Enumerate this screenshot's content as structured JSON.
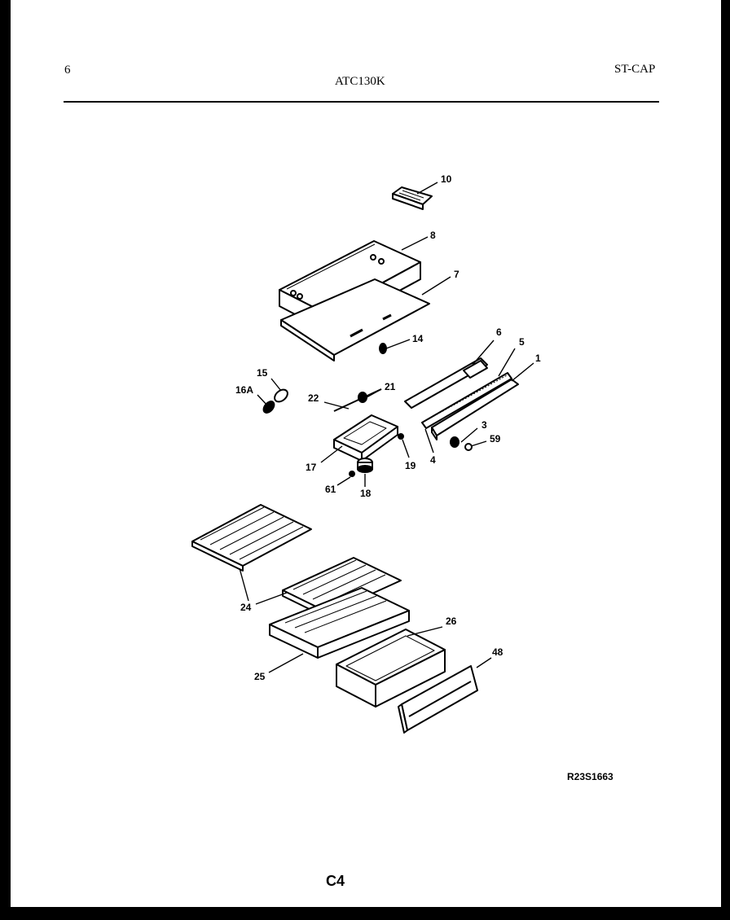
{
  "header": {
    "page_number": "6",
    "model_number": "ATC130K",
    "section_code": "ST-CAP"
  },
  "callouts": {
    "c10": "10",
    "c8": "8",
    "c7": "7",
    "c14": "14",
    "c6": "6",
    "c5": "5",
    "c1": "1",
    "c15": "15",
    "c16a": "16A",
    "c22": "22",
    "c21": "21",
    "c3": "3",
    "c59": "59",
    "c17": "17",
    "c19": "19",
    "c4": "4",
    "c61": "61",
    "c18": "18",
    "c24": "24",
    "c26": "26",
    "c48": "48",
    "c25": "25"
  },
  "footer": {
    "reference_code": "R23S1663",
    "page_code": "C4"
  }
}
